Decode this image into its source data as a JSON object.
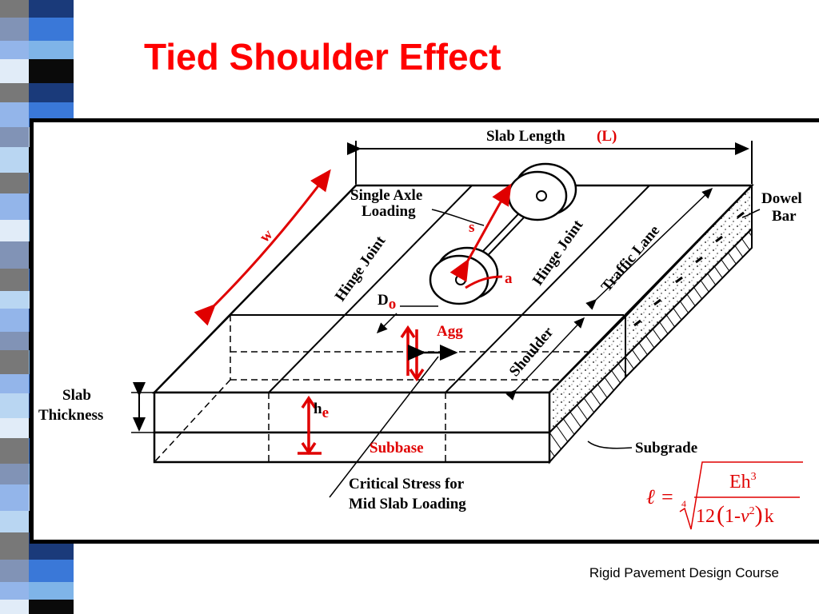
{
  "slide": {
    "title": "Tied Shoulder Effect",
    "footer": "Rigid Pavement Design Course",
    "title_color": "#ff0000",
    "accent_red": "#e00000",
    "strip_colors": [
      "#1a3a7a",
      "#3a78d8",
      "#7fb4e8",
      "#0a0a0a",
      "#c8dcf2"
    ]
  },
  "diagram": {
    "slab_length_label": "Slab Length",
    "slab_length_symbol": "(L)",
    "single_axle_label_line1": "Single Axle",
    "single_axle_label_line2": "Loading",
    "dowel_bar_line1": "Dowel",
    "dowel_bar_line2": "Bar",
    "hinge_joint_label": "Hinge Joint",
    "traffic_lane_label": "Traffic Lane",
    "shoulder_label": "Shoulder",
    "w_label": "w",
    "s_label": "s",
    "a_label": "a",
    "do_label": "D",
    "do_sub": "o",
    "agg_label": "Agg",
    "slab_thickness_line1": "Slab",
    "slab_thickness_line2": "Thickness",
    "he_label": "h",
    "he_sub": "e",
    "subbase_label": "Subbase",
    "subgrade_label": "Subgrade",
    "critical_stress_line1": "Critical Stress for",
    "critical_stress_line2": "Mid Slab Loading"
  },
  "formula": {
    "lhs": "ℓ =",
    "root_index": "4",
    "numerator": "Eh",
    "numerator_exp": "3",
    "denominator_left": "12",
    "denominator_mid": "1-",
    "nu": "ν",
    "nu_exp": "2",
    "denominator_right": "k"
  }
}
